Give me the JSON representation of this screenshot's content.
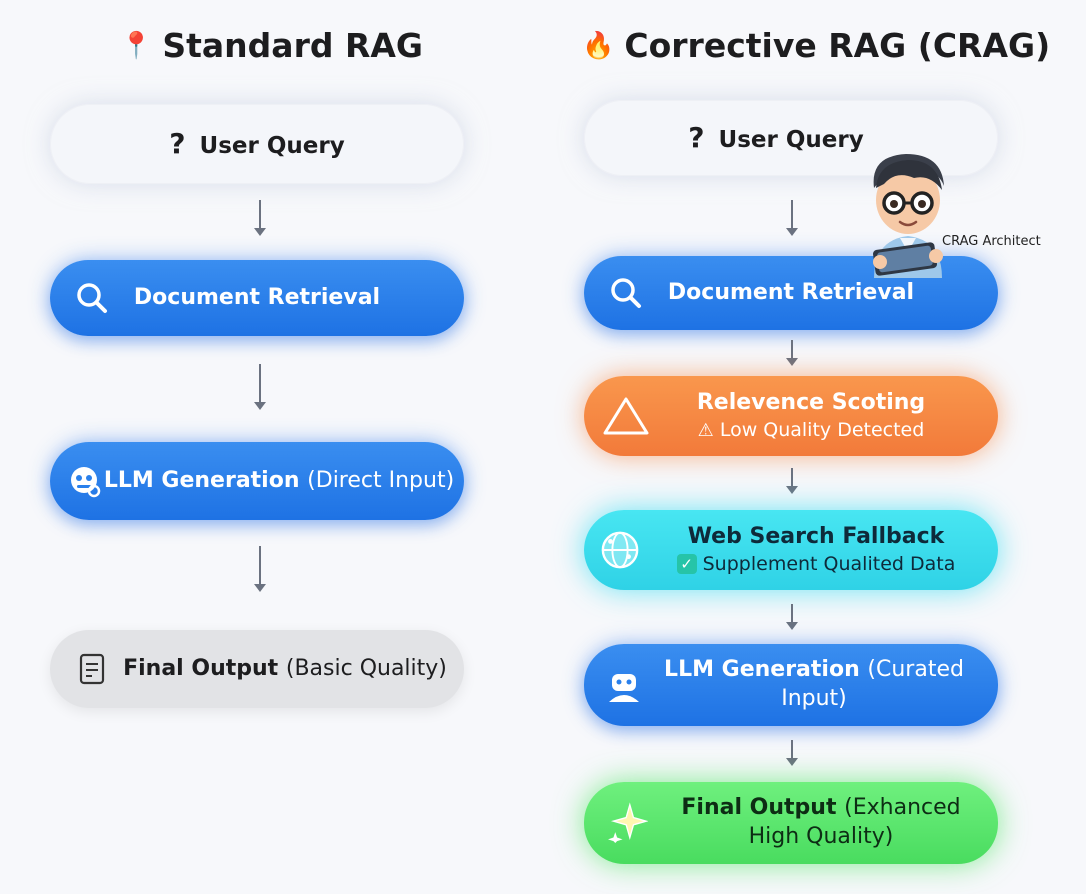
{
  "left": {
    "title": "Standard RAG",
    "title_emoji": "📍",
    "nodes": {
      "query": "User Query",
      "query_glyph": "?",
      "retrieval": "Document Retrieval",
      "generation_bold": "LLM Generation",
      "generation_light": "(Direct Input)",
      "output_bold": "Final Output",
      "output_light": "(Basic Quality)"
    }
  },
  "right": {
    "title": "Corrective RAG (CRAG)",
    "title_emoji": "🔥",
    "nodes": {
      "query": "User Query",
      "query_glyph": "?",
      "retrieval": "Document Retrieval",
      "scoring_title": "Relevence Scoting",
      "scoring_warn_glyph": "⚠",
      "scoring_sub": "Low Quality Detected",
      "web_title": "Web Search Fallback",
      "web_check_glyph": "✓",
      "web_sub": "Supplement Qualited Data",
      "generation_bold": "LLM Generation",
      "generation_light": "(Curated Input)",
      "output_bold": "Final Output",
      "output_light": "(Exhanced High Quality)"
    },
    "avatar_label": "CRAG Architect"
  },
  "colors": {
    "blue": "#2a80ec",
    "orange": "#f58744",
    "cyan": "#3ddcec",
    "green": "#5ce66e",
    "gray": "#e2e3e6"
  },
  "icons": [
    "question-icon",
    "search-icon",
    "robot-face-icon",
    "document-icon",
    "warning-triangle-icon",
    "globe-network-icon",
    "checkbox-icon",
    "robot-icon",
    "sparkle-icon"
  ]
}
